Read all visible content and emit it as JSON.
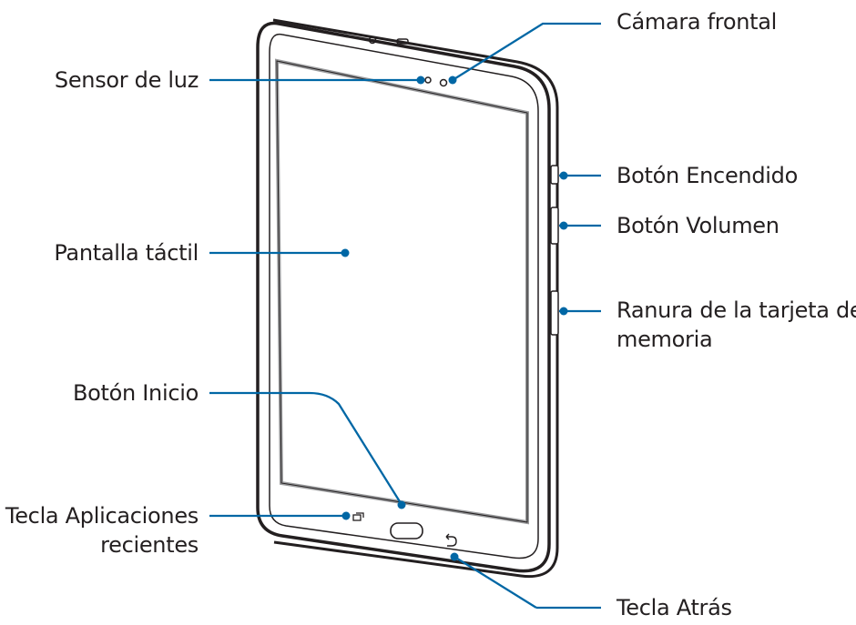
{
  "diagram": {
    "callouts": {
      "front_camera": "Cámara frontal",
      "light_sensor": "Sensor de luz",
      "power_button": "Botón Encendido",
      "volume_button": "Botón Volumen",
      "touchscreen": "Pantalla táctil",
      "memory_card_slot": [
        "Ranura de la tarjeta de",
        "memoria"
      ],
      "home_button": "Botón Inicio",
      "recent_apps_key": [
        "Tecla Aplicaciones",
        "recientes"
      ],
      "back_key": "Tecla Atrás"
    },
    "colors": {
      "leader_line": "#0067a5",
      "outline": "#231f20",
      "screen_border": "#9a9b9d"
    },
    "icons": {
      "recent_apps": "recent-apps-icon",
      "back": "back-arrow-icon"
    }
  }
}
